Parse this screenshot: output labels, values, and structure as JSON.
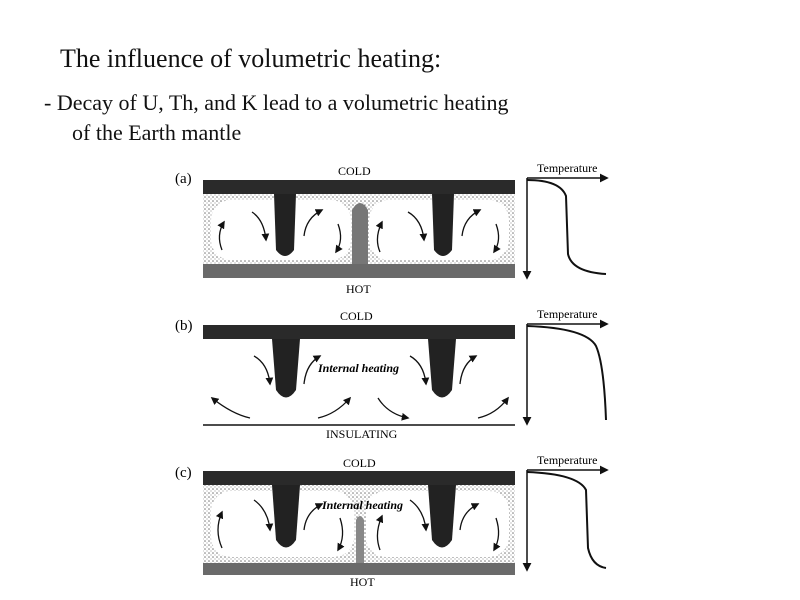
{
  "slide": {
    "title": "The influence of volumetric heating:",
    "bullet_marker": "-",
    "bullet_line1": "Decay of U, Th, and K lead to a volumetric heating",
    "bullet_line2": "of the Earth mantle"
  },
  "panels": [
    {
      "id": "a",
      "label": "(a)",
      "top_label": "COLD",
      "bottom_label": "HOT",
      "interior_label": "",
      "temp_label": "Temperature"
    },
    {
      "id": "b",
      "label": "(b)",
      "top_label": "COLD",
      "bottom_label": "INSULATING",
      "interior_label": "Internal heating",
      "temp_label": "Temperature"
    },
    {
      "id": "c",
      "label": "(c)",
      "top_label": "COLD",
      "bottom_label": "HOT",
      "interior_label": "Internal heating",
      "temp_label": "Temperature"
    }
  ]
}
